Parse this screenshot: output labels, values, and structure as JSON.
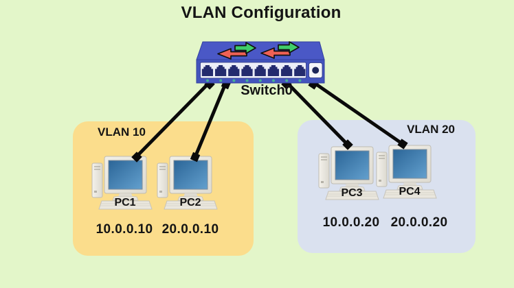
{
  "title": "VLAN Configuration",
  "switch": {
    "label": "Switch0",
    "port_count": 8,
    "traffic_arrows": [
      "green-right",
      "red-left",
      "green-right",
      "red-left"
    ]
  },
  "vlans": [
    {
      "label": "VLAN 10",
      "pcs": [
        {
          "name": "PC1",
          "ip": "10.0.0.10"
        },
        {
          "name": "PC2",
          "ip": "20.0.0.10"
        }
      ]
    },
    {
      "label": "VLAN 20",
      "pcs": [
        {
          "name": "PC3",
          "ip": "10.0.0.20"
        },
        {
          "name": "PC4",
          "ip": "20.0.0.20"
        }
      ]
    }
  ],
  "connections": [
    {
      "from": "Switch0",
      "to": "PC1"
    },
    {
      "from": "Switch0",
      "to": "PC2"
    },
    {
      "from": "Switch0",
      "to": "PC3"
    },
    {
      "from": "Switch0",
      "to": "PC4"
    }
  ],
  "colors": {
    "background": "#E3F6C9",
    "vlan10_fill": "#FBDD8C",
    "vlan20_fill": "#DAE1EF",
    "switch_body": "#4354BD",
    "arrow_green": "#3FCE69",
    "arrow_red": "#EF6155",
    "cable": "#0A0A0A",
    "pc_screen": "#3B78AB"
  }
}
